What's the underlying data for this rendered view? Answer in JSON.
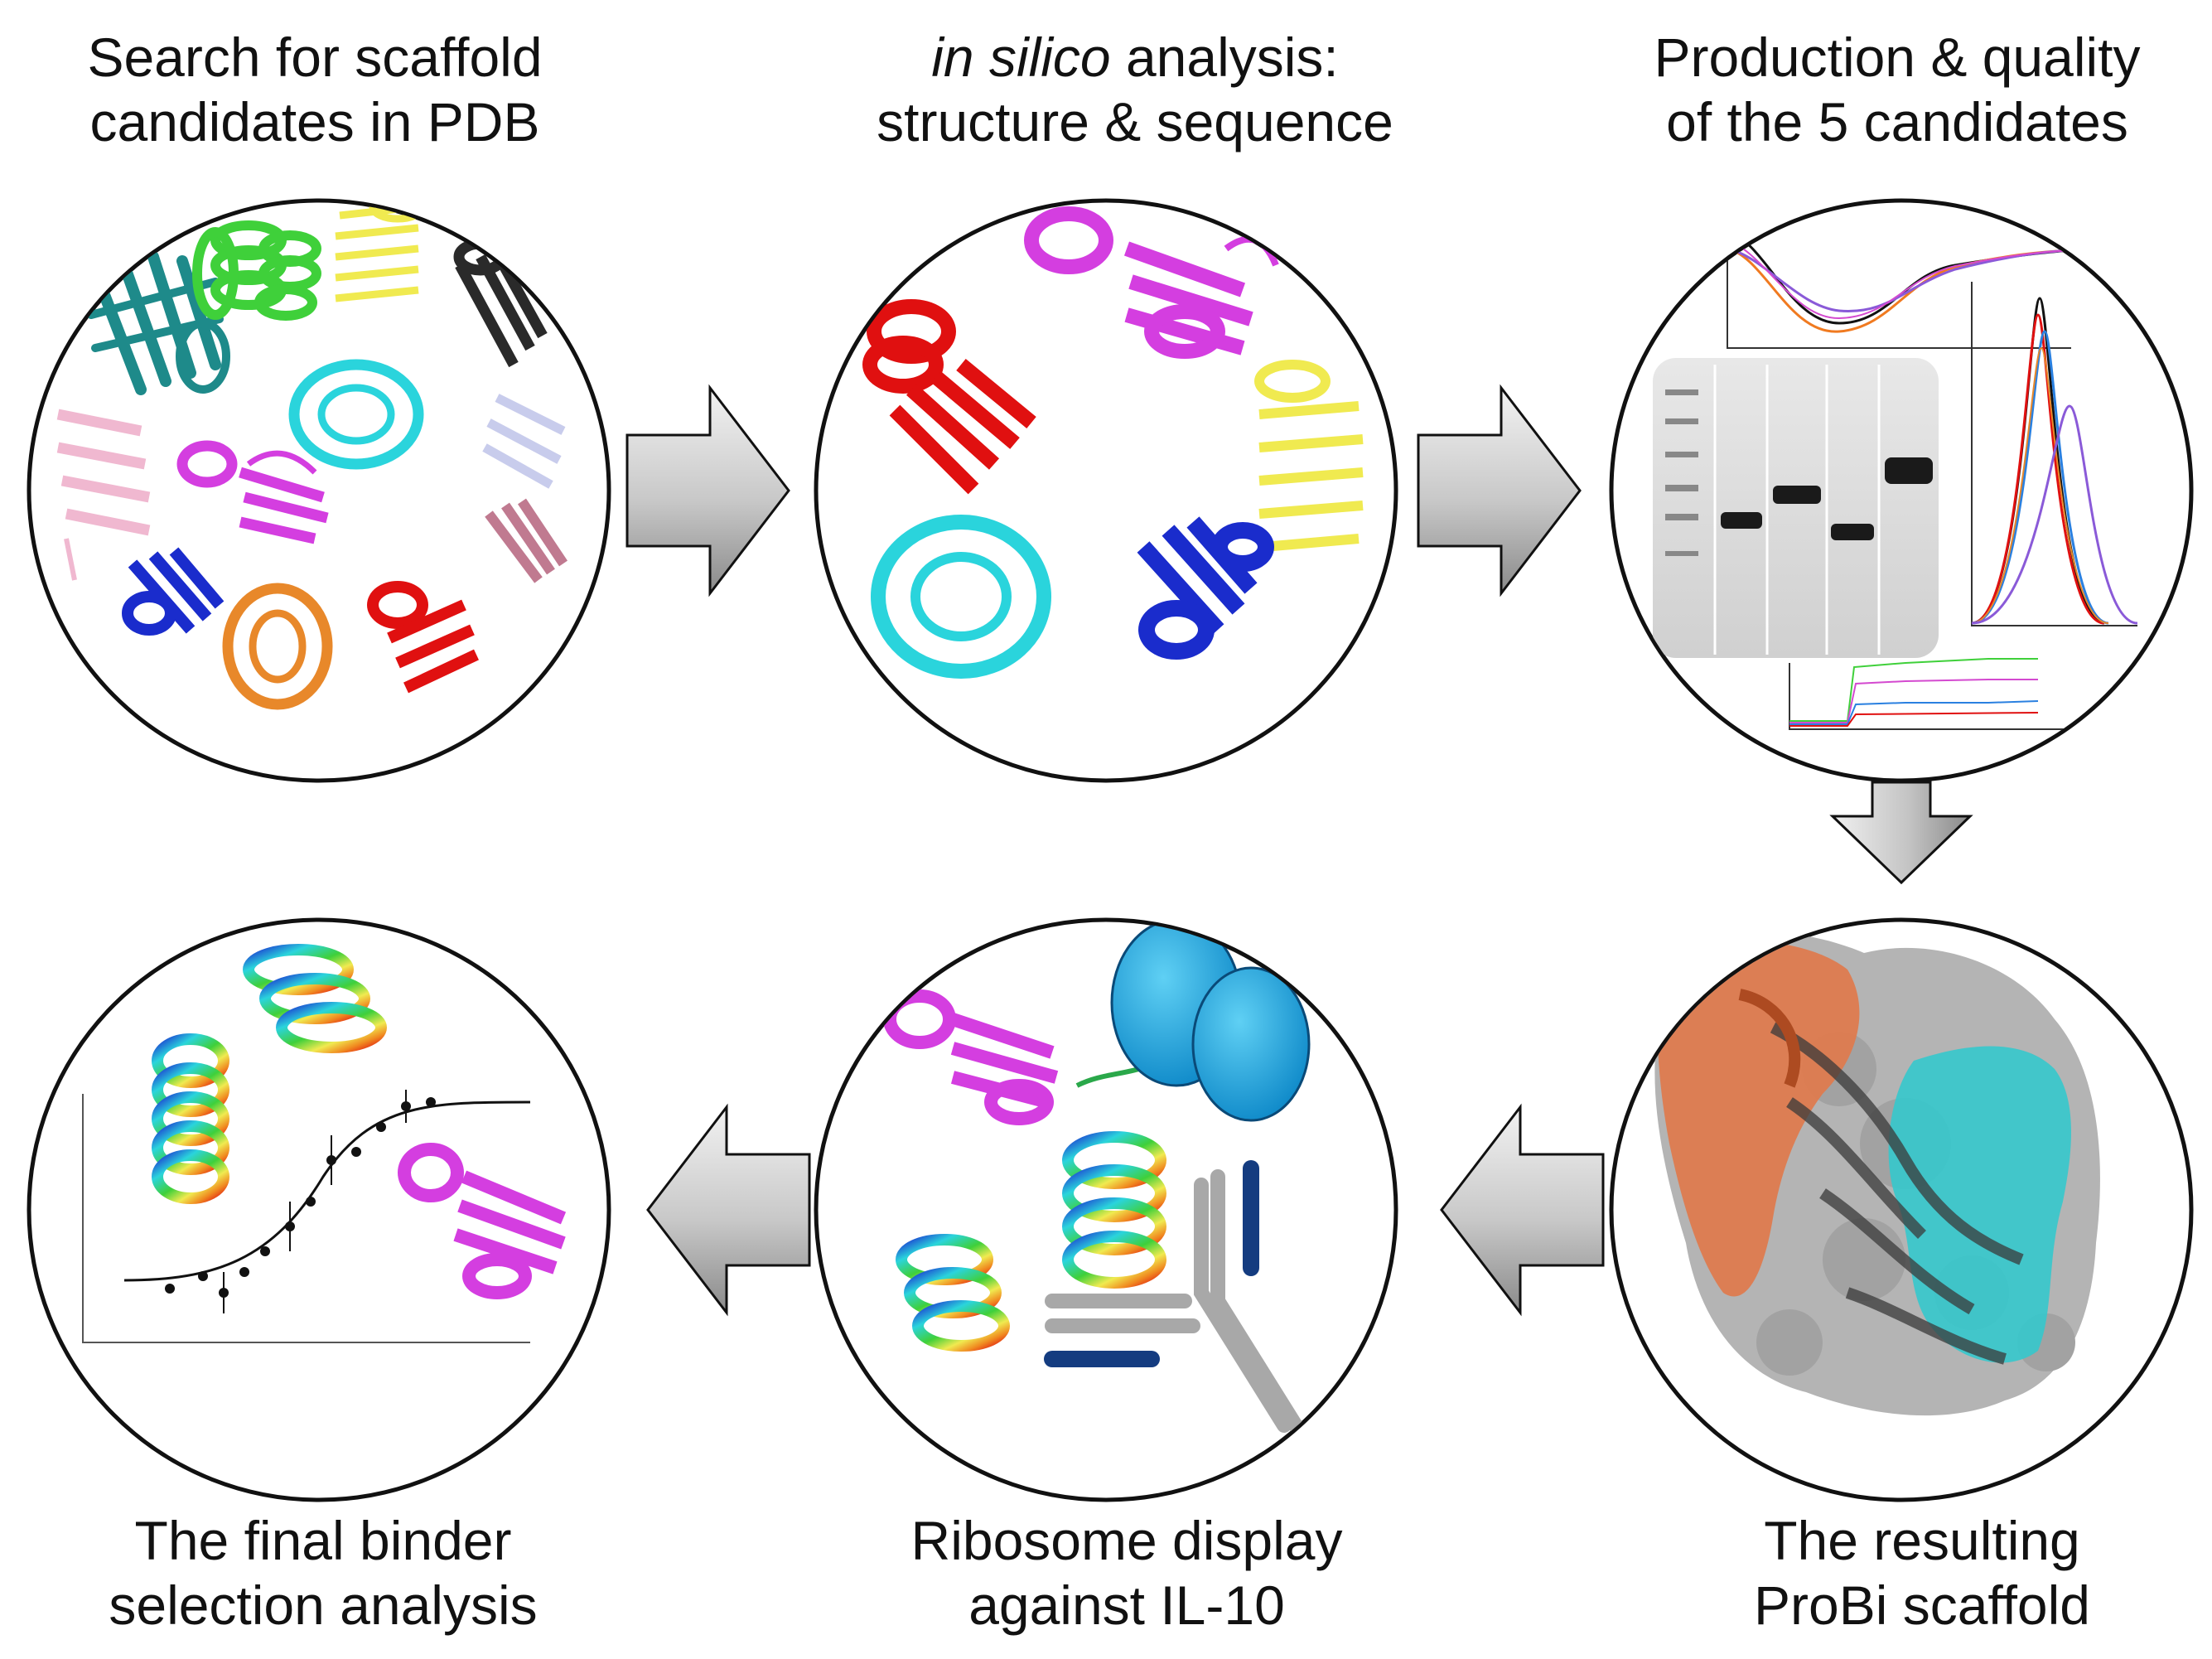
{
  "steps": [
    {
      "id": "search",
      "line1": "Search for scaffold",
      "line2": "candidates in PDB"
    },
    {
      "id": "silico",
      "line1_italic": "in silico",
      "line1_rest": " analysis:",
      "line2": "structure & sequence"
    },
    {
      "id": "production",
      "line1": "Production & quality",
      "line2": "of the 5 candidates"
    },
    {
      "id": "probi",
      "line1": "The resulting",
      "line2": "ProBi scaffold"
    },
    {
      "id": "ribosome",
      "line1": "Ribosome display",
      "line2": "against IL-10"
    },
    {
      "id": "binder",
      "line1": "The final binder",
      "line2": "selection analysis"
    }
  ],
  "colors": {
    "outline": "#111111",
    "arrow_light": "#e6e6e6",
    "arrow_dark": "#8c8c8c",
    "helix_red": "#e01010",
    "magenta": "#d43ee0",
    "yellow": "#f0ea50",
    "cyan": "#2ad4dc",
    "blue": "#1a2ccc",
    "green": "#3fd03a",
    "teal": "#1e8a8a",
    "orange": "#e8882a",
    "pink": "#f0b8d0",
    "lavender": "#c8ccec",
    "surface_grey": "#b0b0b0",
    "surface_orange": "#e07a4c",
    "surface_cyan": "#35c8cc",
    "ribosome": "#1aa8e0",
    "antibody_grey": "#a8a8a8",
    "antibody_navy": "#143c80"
  }
}
